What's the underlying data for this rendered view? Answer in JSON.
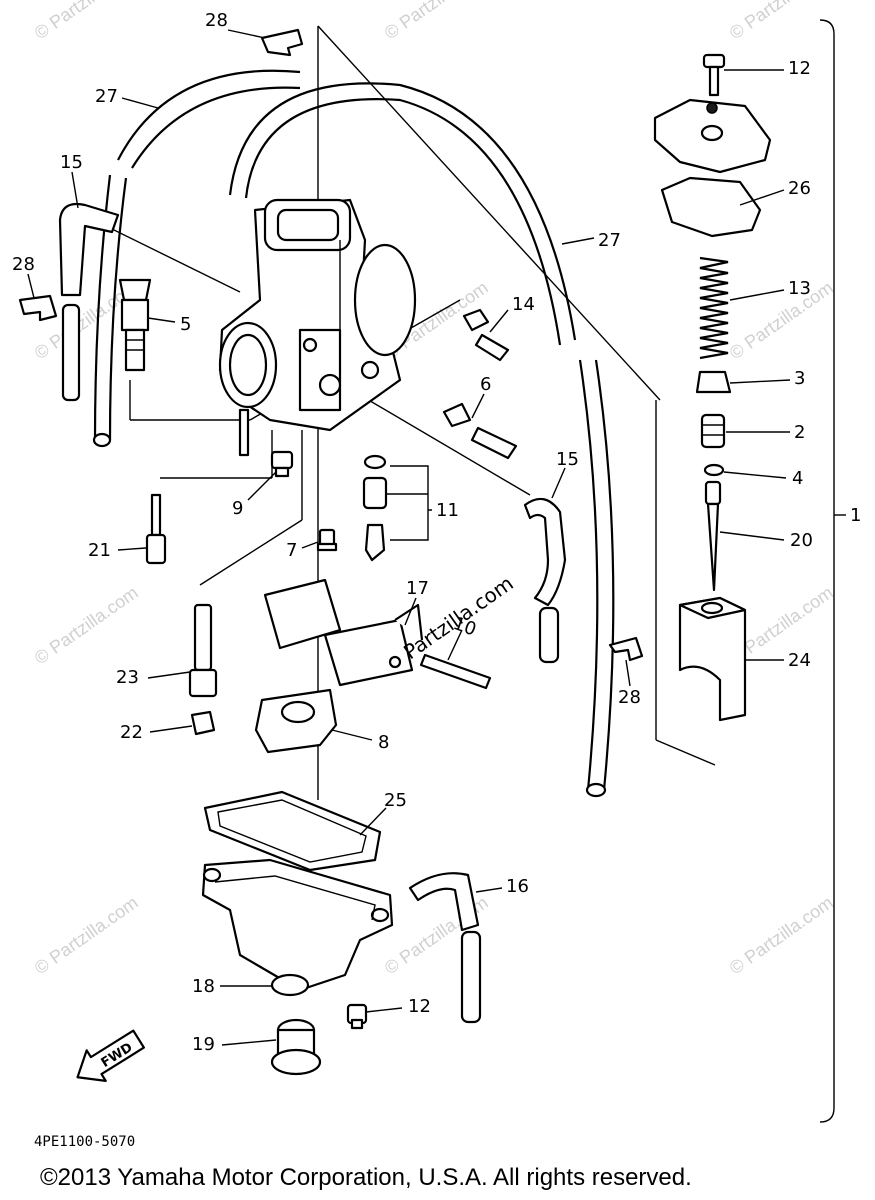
{
  "diagram": {
    "callouts": [
      "28",
      "27",
      "15",
      "28",
      "5",
      "14",
      "6",
      "9",
      "11",
      "21",
      "7",
      "17",
      "10",
      "15",
      "23",
      "22",
      "8",
      "25",
      "16",
      "18",
      "12",
      "19",
      "12",
      "26",
      "13",
      "3",
      "2",
      "4",
      "20",
      "1",
      "24",
      "28",
      "27"
    ],
    "watermark": "© Partzilla.com",
    "center_watermark": "Partzilla.com",
    "fwd_label": "FWD",
    "diagram_code": "4PE1100-5070",
    "copyright": "©2013  Yamaha Motor Corporation, U.S.A. All rights reserved."
  }
}
